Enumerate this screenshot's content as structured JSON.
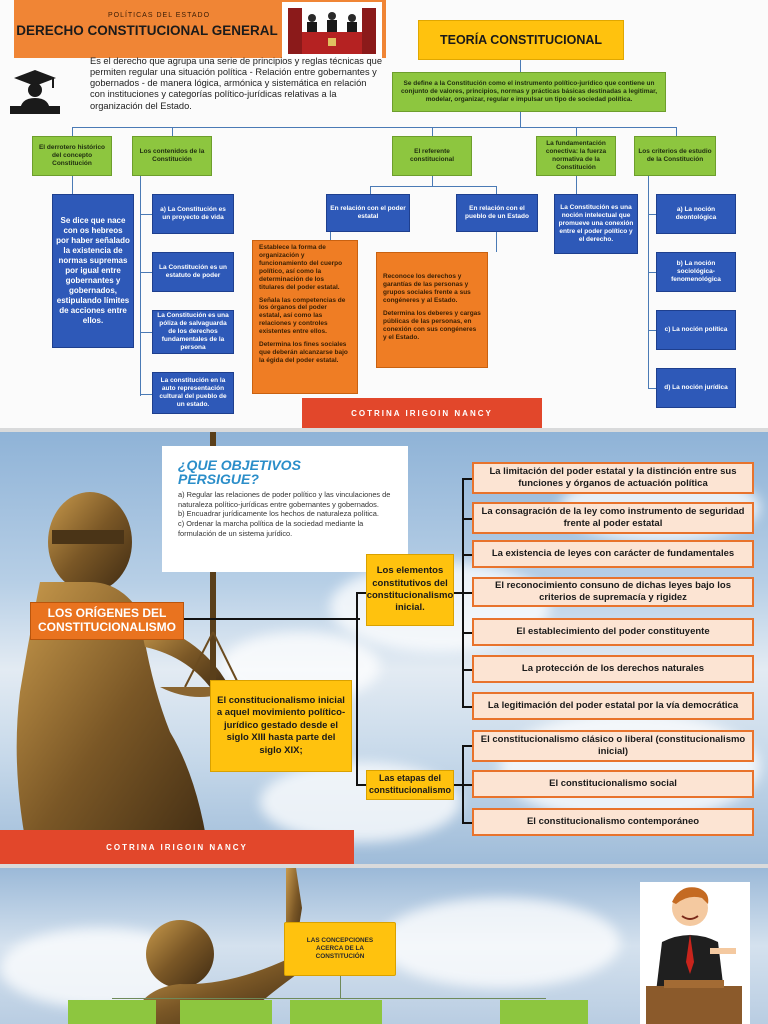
{
  "panel1": {
    "kicker": "POLÍTICAS DEL ESTADO",
    "title": "DERECHO CONSTITUCIONAL GENERAL",
    "intro": "Es el derecho que agrupa una serie de principios y reglas técnicas que permiten regular una situación política - Relación entre gobernantes y gobernados - de manera lógica, armónica y sistemática en relación con instituciones y categorías político-jurídicas relativas a la organización del Estado.",
    "theory_title": "TEORÍA CONSTITUCIONAL",
    "definition": "Se define a la Constitución como el instrumento político-jurídico que contiene un conjunto de valores, principios, normas y prácticas básicas destinadas a legitimar, modelar, organizar, regular e impulsar un tipo de sociedad política.",
    "branch_historico": "El derrotero histórico del concepto Constitución",
    "branch_contenidos": "Los contenidos de la Constitución",
    "branch_referente": "El referente constitucional",
    "branch_fundamentacion": "La fundamentación conectiva: la fuerza normativa de la Constitución",
    "branch_criterios": "Los criterios de estudio de la Constitución",
    "hebreos": "Se dice que nace con os hebreos por haber señalado la existencia de normas supremas por igual entre gobernantes y gobernados, estipulando límites de acciones entre ellos.",
    "contenidos": [
      "a) La Constitución es un proyecto de vida",
      "La Constitución es un estatuto de poder",
      "La Constitución es una póliza de salvaguarda de los derechos fundamentales de la persona",
      "La constitución en la auto representación cultural del pueblo de un estado."
    ],
    "rel_poder": "En relación con el poder estatal",
    "rel_pueblo": "En relación con el pueblo de un Estado",
    "orange_left": [
      "Establece la forma de organización y funcionamiento del cuerpo político, así como la determinación de los titulares del poder estatal.",
      "Señala las competencias de los órganos del poder estatal, así como las relaciones y controles existentes entre ellos.",
      "Determina los fines sociales que deberán alcanzarse bajo la égida del poder estatal."
    ],
    "orange_right": [
      "Reconoce los derechos y garantías de las personas y grupos sociales frente a sus congéneres y al Estado.",
      "Determina los deberes y cargas públicas de las personas, en conexión con sus congéneres y el Estado."
    ],
    "fundamentacion_desc": "La Constitución es una noción intelectual que promueve una conexión entre el poder político y el derecho.",
    "criterios": [
      "a) La noción deontológica",
      "b) La noción sociológica-fenomenológica",
      "c) La noción política",
      "d) La noción jurídica"
    ],
    "author": "COTRINA IRIGOIN NANCY"
  },
  "panel2": {
    "objetivos_title": "¿QUE OBJETIVOS PERSIGUE?",
    "objetivos": [
      "a) Regular las relaciones de poder político y las vinculaciones de naturaleza político-jurídicas entre gobernantes y gobernados.",
      "b) Encuadrar jurídicamente los hechos de naturaleza política.",
      "c) Ordenar la marcha política de la sociedad mediante la formulación de un sistema jurídico."
    ],
    "origenes": "LOS ORÍGENES DEL CONSTITUCIONALISMO",
    "inicial": "El constitucionalismo inicial a aquel movimiento político-jurídico gestado desde el siglo XIII hasta parte del siglo XIX;",
    "elementos_label": "Los elementos constitutivos del constitucionalismo inicial.",
    "etapas_label": "Las etapas del constitucionalismo",
    "elementos": [
      "La limitación del poder estatal y la distinción entre sus funciones y órganos de actuación política",
      "La consagración de la ley como instrumento de seguridad frente al poder estatal",
      "La existencia de leyes con carácter de fundamentales",
      "El reconocimiento consuno de dichas leyes bajo los criterios de supremacía y rigidez",
      "El establecimiento del poder constituyente",
      "La protección de los derechos naturales",
      "La legitimación del poder estatal por la vía democrática"
    ],
    "etapas": [
      "El constitucionalismo clásico o liberal (constitucionalismo inicial)",
      "El constitucionalismo social",
      "El constitucionalismo contemporáneo"
    ],
    "author": "COTRINA IRIGOIN NANCY"
  },
  "panel3": {
    "concepciones": "LAS CONCEPCIONES ACERCA DE LA CONSTITUCIÓN"
  },
  "colors": {
    "green": "#8dc63f",
    "blue": "#2e59b8",
    "orange": "#ef7d24",
    "yellow": "#ffc20e",
    "banner_red": "#e2472b",
    "peach": "#fce4d3"
  }
}
